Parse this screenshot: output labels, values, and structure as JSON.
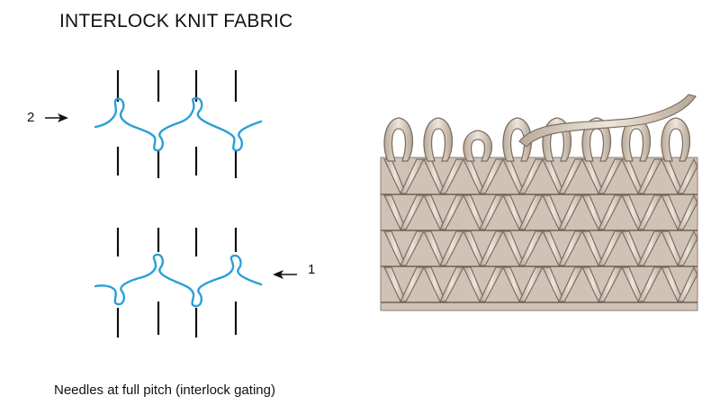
{
  "title": "INTERLOCK KNIT FABRIC",
  "caption": "Needles at full pitch (interlock gating)",
  "feeds": [
    {
      "label": "2",
      "arrow": "pointing-right"
    },
    {
      "label": "1",
      "arrow": "pointing-left"
    }
  ],
  "colors": {
    "yarn_path": "#2a9fd6",
    "needle": "#111111",
    "fabric_fill": "#d7ccc0",
    "fabric_stroke": "#7d6e62"
  }
}
